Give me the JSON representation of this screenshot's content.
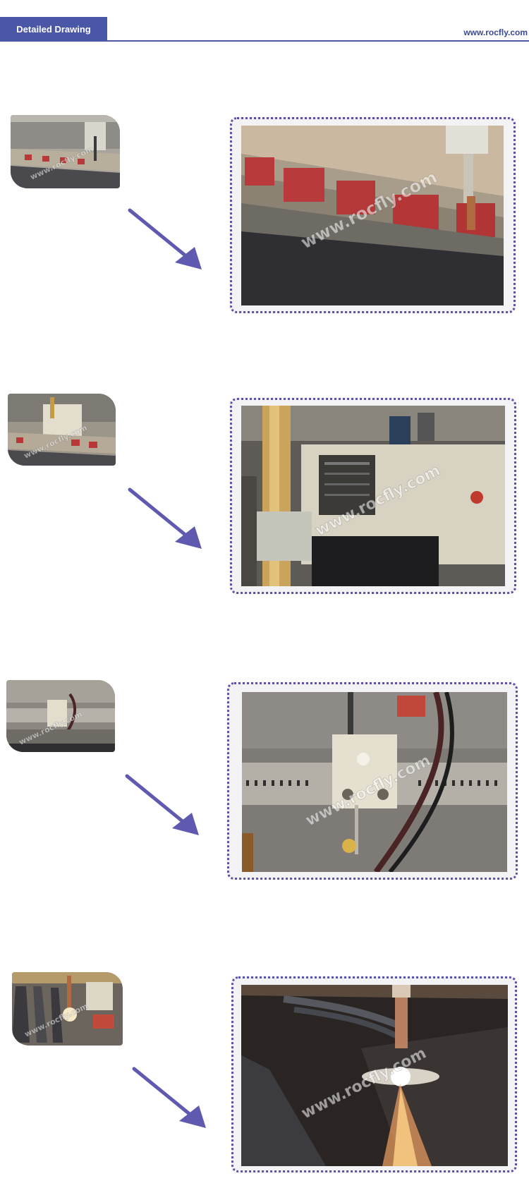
{
  "header": {
    "tab_label": "Detailed Drawing",
    "site_url": "www.rocfly.com"
  },
  "watermark": "www.rocfly.com",
  "colors": {
    "accent": "#4a57a6",
    "arrow": "#5f5ab0",
    "frame_dots": "#5a52a8"
  }
}
